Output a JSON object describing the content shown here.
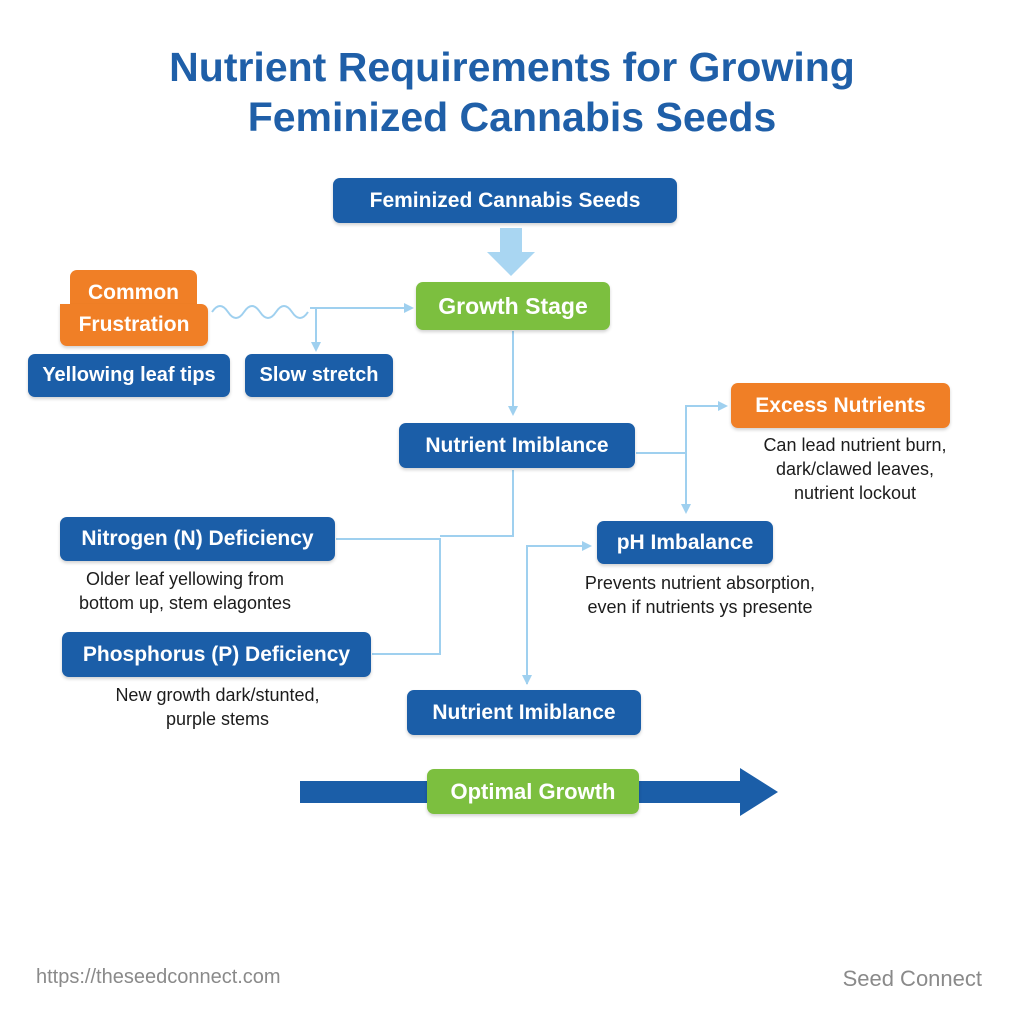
{
  "title": {
    "line1": "Nutrient Requirements for Growing",
    "line2": "Feminized Cannabis Seeds"
  },
  "nodes": {
    "seeds": "Feminized Cannabis Seeds",
    "growth_stage": "Growth Stage",
    "common_frustration": {
      "line1": "Common",
      "line2": "Frustration"
    },
    "yellowing_leaf_tips": "Yellowing leaf tips",
    "slow_stretch": "Slow stretch",
    "nutrient_imbalance_1": "Nutrient Imiblance",
    "excess_nutrients": "Excess Nutrients",
    "ph_imbalance": "pH Imbalance",
    "nitrogen_deficiency": "Nitrogen (N) Deficiency",
    "phosphorus_deficiency": "Phosphorus (P) Deficiency",
    "nutrient_imbalance_2": "Nutrient Imiblance",
    "optimal_growth": "Optimal Growth"
  },
  "descriptions": {
    "excess_nutrients": [
      "Can lead nutrient burn,",
      "dark/clawed leaves,",
      "nutrient lockout"
    ],
    "ph_imbalance": [
      "Prevents nutrient absorption,",
      "even if nutrients ys presente"
    ],
    "nitrogen_deficiency": [
      "Older leaf yellowing from",
      "bottom up, stem elagontes"
    ],
    "phosphorus_deficiency": [
      "New growth dark/stunted,",
      "purple stems"
    ]
  },
  "footer": {
    "url": "https://theseedconnect.com",
    "brand": "Seed Connect"
  },
  "colors": {
    "title": "#1f5fa8",
    "blue_box": "#1b5ea8",
    "green_box": "#7cbf3f",
    "orange_box": "#f07f26",
    "connector": "#9fd0ef",
    "footer_text": "#8a8a8a"
  }
}
